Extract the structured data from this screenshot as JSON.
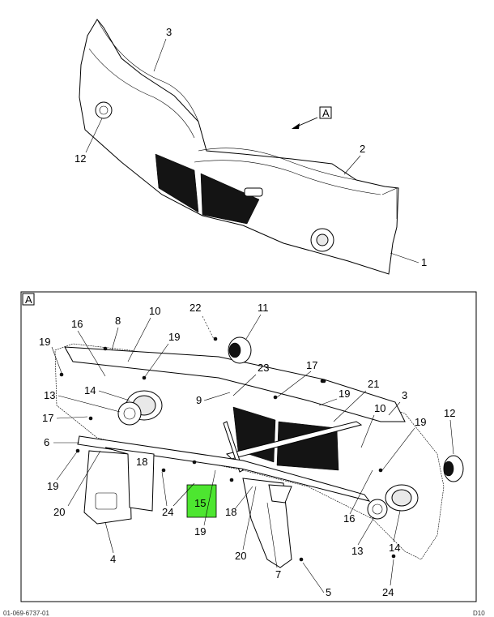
{
  "view_labels": {
    "top": "A",
    "detail": "A"
  },
  "top_callouts": [
    "1",
    "2",
    "3",
    "12"
  ],
  "detail_callouts": [
    "3",
    "4",
    "5",
    "6",
    "7",
    "8",
    "9",
    "10",
    "10",
    "11",
    "12",
    "13",
    "13",
    "14",
    "14",
    "15",
    "16",
    "16",
    "17",
    "17",
    "18",
    "18",
    "19",
    "19",
    "19",
    "19",
    "19",
    "19",
    "20",
    "20",
    "21",
    "22",
    "23",
    "24",
    "24"
  ],
  "highlight": {
    "label": "15",
    "color": "#4de630"
  },
  "footer": {
    "left": "01-069-6737-01",
    "right": "D10"
  }
}
